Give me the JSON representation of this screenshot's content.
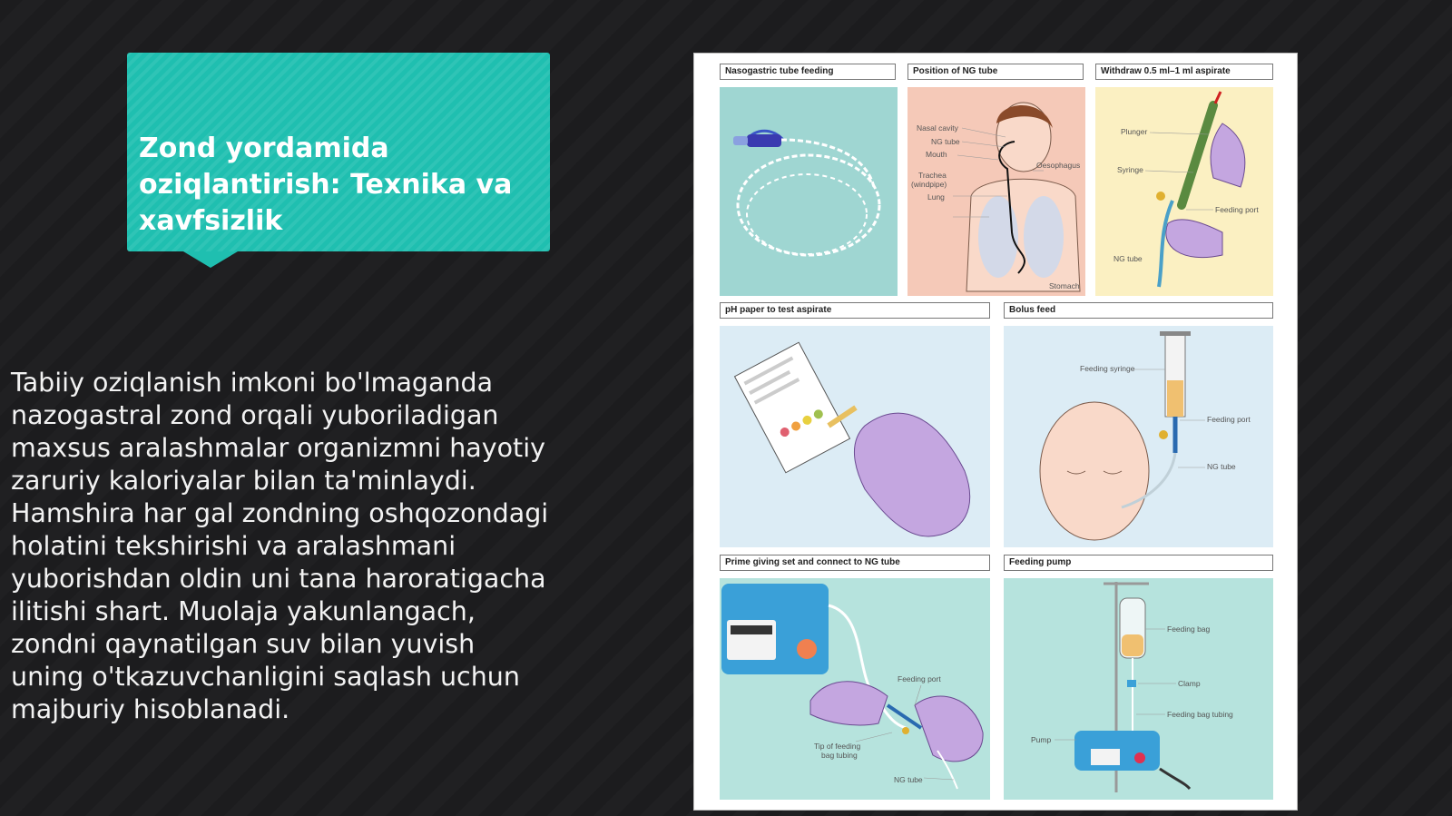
{
  "slide": {
    "title": "Zond yordamida oziqlantirish: Texnika va xavfsizlik",
    "body": "Tabiiy oziqlanish imkoni bo'lmaganda nazogastral zond orqali yuboriladigan maxsus aralashmalar organizmni hayotiy zaruriy kaloriyalar bilan ta'minlaydi. Hamshira har gal zondning oshqozondagi holatini tekshirishi va aralashmani yuborishdan oldin uni tana haroratigacha ilitishi shart. Muolaja yakunlangach, zondni qaynatilgan suv bilan yuvish uning o'tkazuvchanligini saqlash uchun majburiy hisoblanadi."
  },
  "poster": {
    "panels": [
      {
        "label": "Nasogastric tube feeding",
        "color": "#9fd6d2"
      },
      {
        "label": "Position of NG tube",
        "color": "#f5c9b8",
        "annotations": {
          "nasal": "Nasal cavity",
          "ngtube": "NG tube",
          "mouth": "Mouth",
          "trachea": "Trachea",
          "windpipe": "(windpipe)",
          "lung": "Lung",
          "oesophagus": "Oesophagus",
          "stomach": "Stomach"
        }
      },
      {
        "label": "Withdraw 0.5 ml–1 ml aspirate",
        "color": "#fbf0c2",
        "annotations": {
          "plunger": "Plunger",
          "syringe": "Syringe",
          "port": "Feeding port",
          "ngtube": "NG tube"
        }
      },
      {
        "label": "pH paper to test aspirate",
        "color": "#dcecf5"
      },
      {
        "label": "Bolus feed",
        "color": "#dcecf5",
        "annotations": {
          "syringe": "Feeding syringe",
          "port": "Feeding port",
          "ngtube": "NG tube"
        }
      },
      {
        "label": "Prime giving set and connect to NG tube",
        "color": "#b6e3dd",
        "annotations": {
          "port": "Feeding port",
          "tip1": "Tip of feeding",
          "tip2": "bag tubing",
          "ngtube": "NG tube"
        }
      },
      {
        "label": "Feeding pump",
        "color": "#b6e3dd",
        "annotations": {
          "bag": "Feeding bag",
          "clamp": "Clamp",
          "tubing": "Feeding bag tubing",
          "pump": "Pump"
        }
      }
    ]
  }
}
